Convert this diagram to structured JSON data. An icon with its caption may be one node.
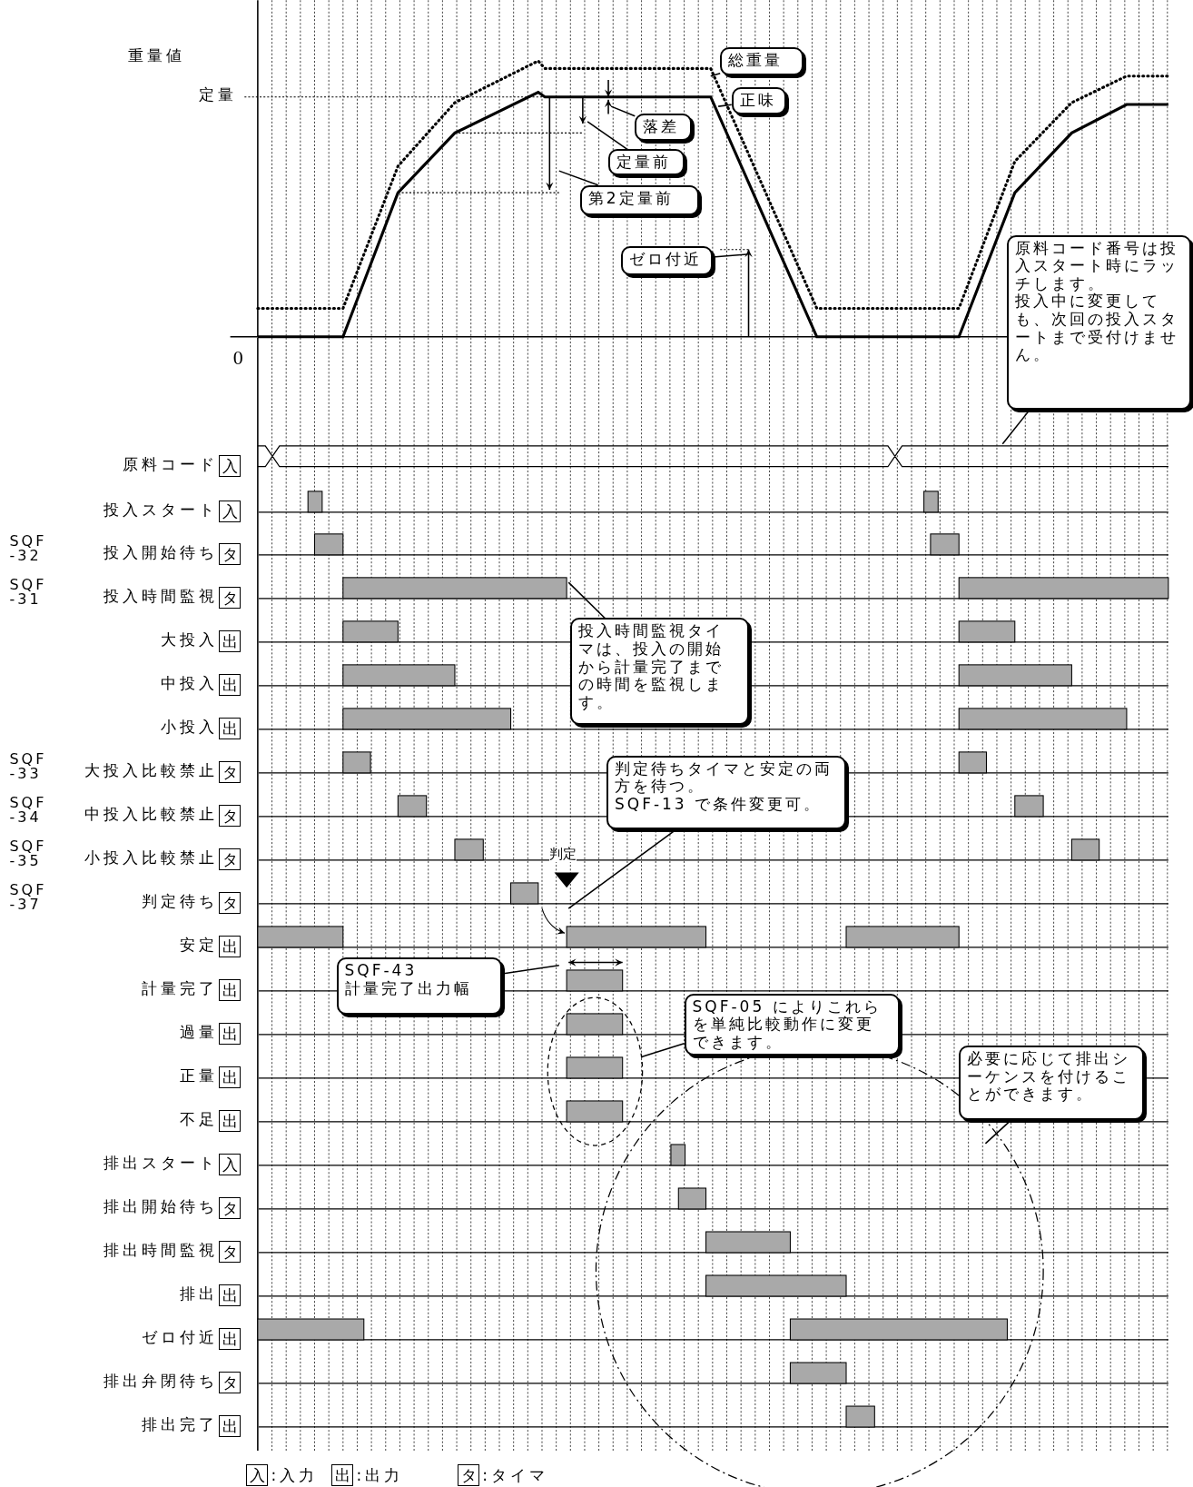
{
  "diagram": {
    "nodes": [
      {
        "text": [
          "総重量"
        ]
      },
      {
        "text": [
          "正味"
        ]
      },
      {
        "text": [
          "落差"
        ]
      },
      {
        "text": [
          "定量前"
        ]
      },
      {
        "text": [
          "第2定量前"
        ]
      },
      {
        "text": [
          "ゼロ付近"
        ]
      },
      {
        "text": [
          "原料コード番号は投入スタート時にラッチします。",
          "投入中に変更しても、次回の投入スタートまで受付けません。"
        ]
      },
      {
        "text": [
          "投入時間監視タイマは、投入の開始から計量完了までの時間を監視します。"
        ]
      },
      {
        "text": [
          "判定待ちタイマと安定の両方を待つ。",
          "SQF-13 で条件変更可。"
        ]
      },
      {
        "text": [
          "SQF-43",
          "計量完了出力幅"
        ]
      },
      {
        "text": [
          "SQF-05 によりこれらを単純比較動作に変更できます。"
        ]
      },
      {
        "text": [
          "必要に応じて排出シーケンスを付けることができます。"
        ]
      },
      {
        "text": [],
        "shape": "ellipse"
      }
    ],
    "edges": [
      {
        "from": 0,
        "to": null,
        "arrow": "none"
      },
      {
        "from": 1,
        "to": null,
        "arrow": "none"
      },
      {
        "from": 2,
        "to": null,
        "arrow": "none"
      },
      {
        "from": 3,
        "to": null,
        "arrow": "none"
      },
      {
        "from": 4,
        "to": null,
        "arrow": "none"
      },
      {
        "from": 5,
        "to": null,
        "arrow": "none"
      },
      {
        "from": 6,
        "to": null,
        "arrow": "none"
      },
      {
        "from": 7,
        "to": null,
        "arrow": "none"
      },
      {
        "from": 8,
        "to": null,
        "arrow": "none"
      },
      {
        "from": 9,
        "to": null,
        "arrow": "none"
      },
      {
        "from": 10,
        "to": 12,
        "arrow": "none"
      },
      {
        "from": 11,
        "to": null,
        "arrow": "none"
      }
    ],
    "labels": [
      "重量値",
      "定量",
      "0",
      "原料コード",
      "入",
      "投入スタート",
      "入",
      "SQF -32",
      "投入開始待ち",
      "タ",
      "SQF -31",
      "投入時間監視",
      "タ",
      "大投入",
      "出",
      "中投入",
      "出",
      "小投入",
      "出",
      "SQF -33",
      "大投入比較禁止",
      "タ",
      "SQF -34",
      "中投入比較禁止",
      "タ",
      "SQF -35",
      "小投入比較禁止",
      "タ",
      "SQF -37",
      "判定待ち",
      "タ",
      "安定",
      "出",
      "計量完了",
      "出",
      "過量",
      "出",
      "正量",
      "出",
      "不足",
      "出",
      "排出スタート",
      "入",
      "排出開始待ち",
      "タ",
      "排出時間監視",
      "タ",
      "排出",
      "出",
      "ゼロ付近",
      "出",
      "排出弁閉待ち",
      "タ",
      "排出完了",
      "出",
      "判定",
      "入",
      ":入力",
      "出",
      ":出力",
      "タ",
      ":タイマ"
    ]
  }
}
